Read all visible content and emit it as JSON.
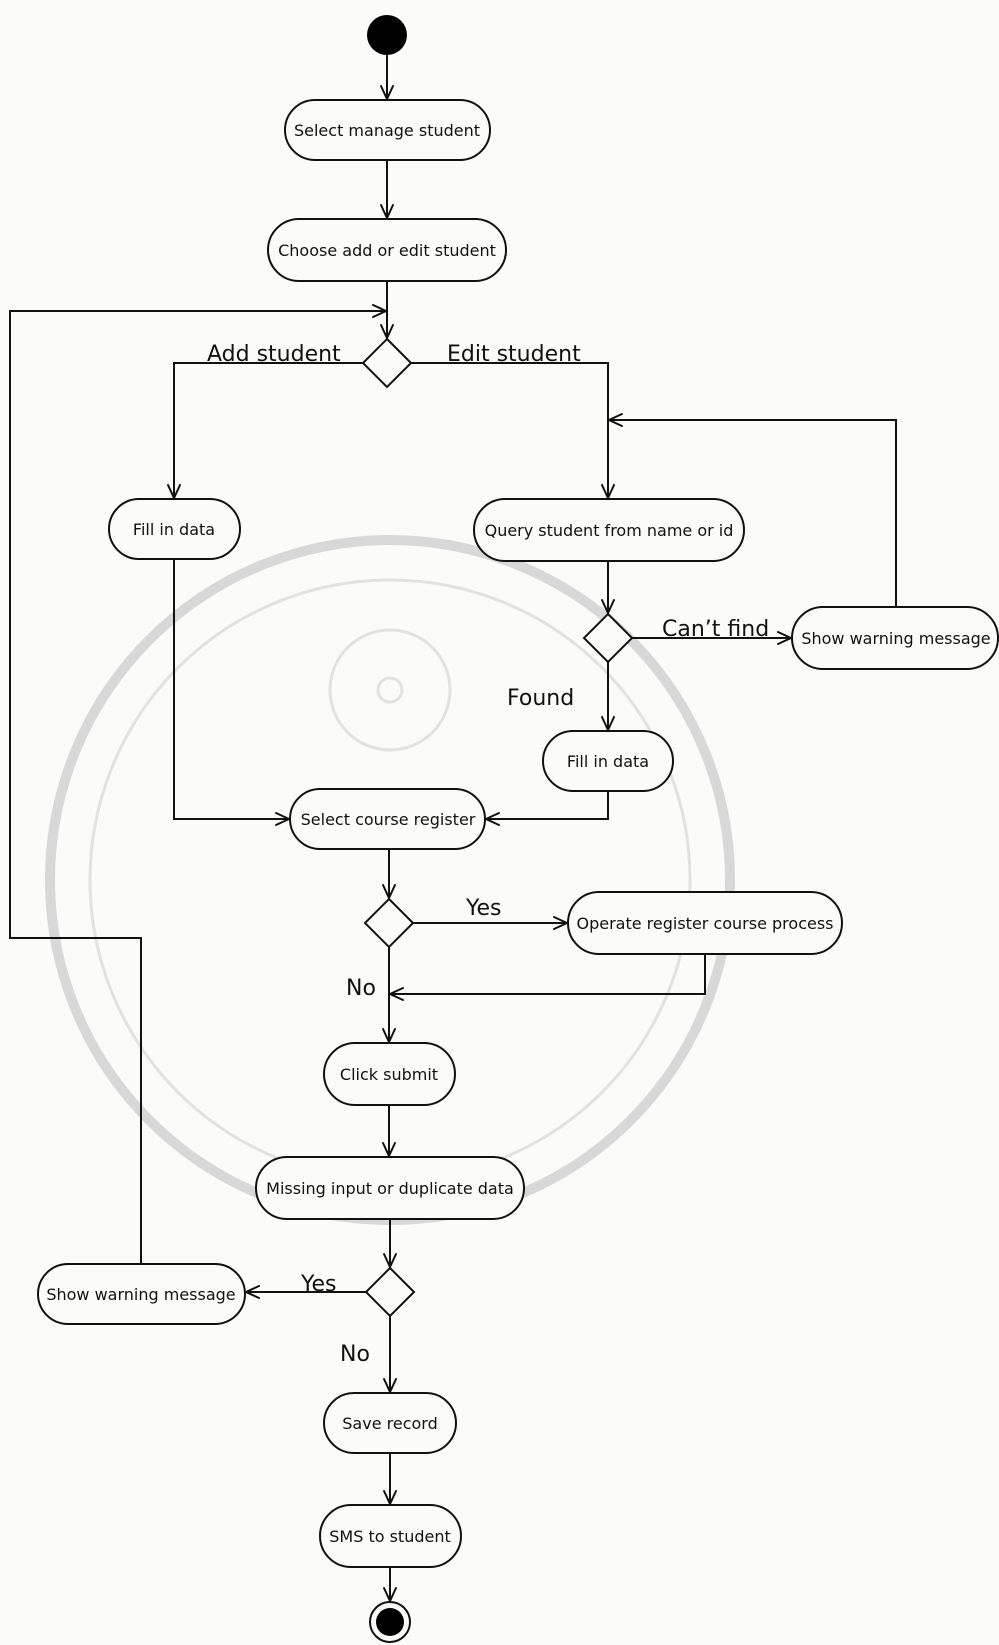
{
  "activities": {
    "select_manage_student": "Select manage student",
    "choose_add_or_edit": "Choose add or edit student",
    "fill_in_data_add": "Fill in data",
    "query_student": "Query student from name or id",
    "show_warning_edit": "Show warning message",
    "fill_in_data_edit": "Fill in data",
    "select_course_register": "Select course register",
    "operate_register_course": "Operate register course process",
    "click_submit": "Click submit",
    "missing_input_or_duplicate": "Missing input or duplicate data",
    "show_warning_submit": "Show warning message",
    "save_record": "Save record",
    "sms_to_student": "SMS to student"
  },
  "guards": {
    "add_student": "Add  student",
    "edit_student": "Edit student",
    "cant_find": "Can’t find",
    "found": "Found",
    "yes_course": "Yes",
    "no_course": "No",
    "yes_missing": "Yes",
    "no_missing": "No"
  }
}
